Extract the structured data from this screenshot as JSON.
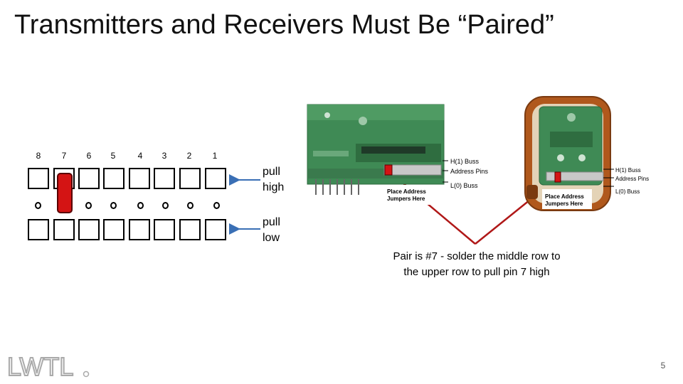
{
  "slide": {
    "title": "Transmitters and Receivers Must Be “Paired”",
    "page_number": "5"
  },
  "pin_header": {
    "pin_numbers": [
      "8",
      "7",
      "6",
      "5",
      "4",
      "3",
      "2",
      "1"
    ],
    "middle_marker": "o",
    "jumper_pin": "7"
  },
  "labels": {
    "pull_high": [
      "pull",
      "high"
    ],
    "pull_low": [
      "pull",
      "low"
    ]
  },
  "caption": {
    "line1": "Pair is #7 - solder  the middle row to",
    "line2": "the upper row to pull pin 7 high"
  },
  "receiver_photo": {
    "labels": {
      "h_buss": "H(1) Buss",
      "address_pins": "Address Pins",
      "l_buss": "L(0) Buss",
      "place1": "Place Address",
      "place2": "Jumpers Here"
    }
  },
  "transmitter_photo": {
    "labels": {
      "h_buss": "H(1) Buss",
      "address_pins": "Address Pins",
      "l_buss": "L(0) Buss",
      "place1": "Place Address",
      "place2": "Jumpers Here"
    }
  },
  "colors": {
    "jumper": "#d41414",
    "arrow_blue": "#3a6fb5",
    "arrow_red": "#b01818",
    "board_green": "#3f8a55",
    "fob_brown": "#b0581c"
  },
  "logo": {
    "text": "LWTL"
  }
}
